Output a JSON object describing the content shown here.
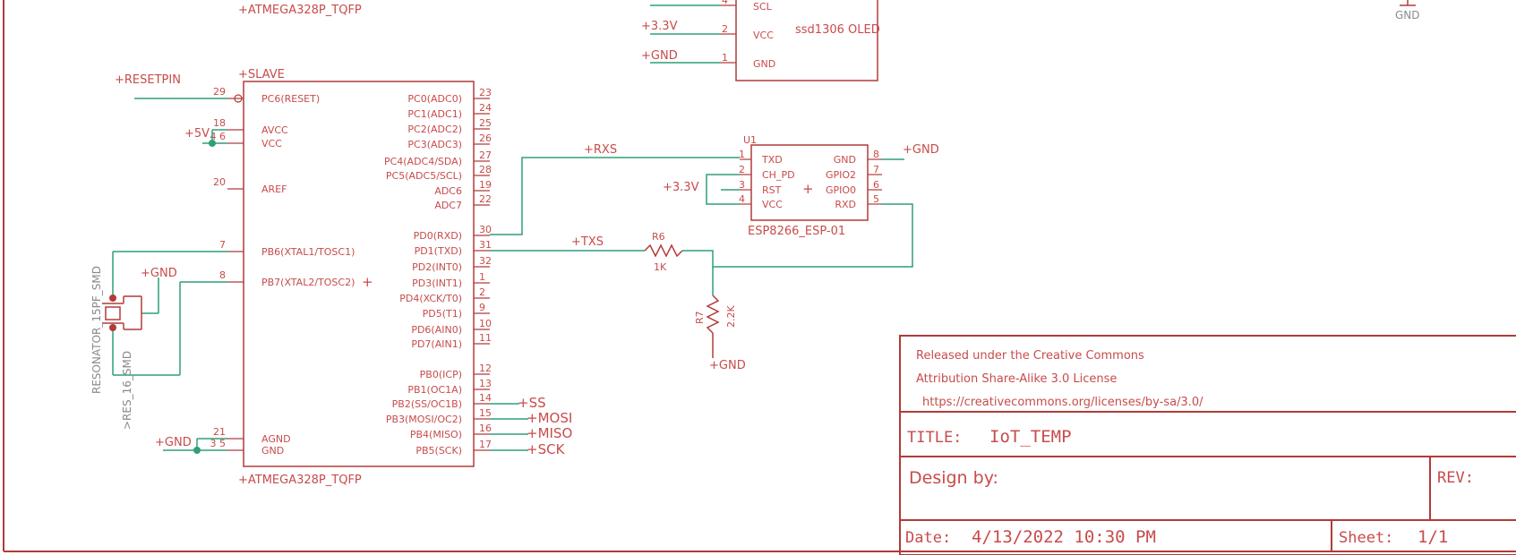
{
  "atmega": {
    "top_name": "+ATMEGA328P_TQFP",
    "bottom_name": "+ATMEGA328P_TQFP",
    "slave_label": "+SLAVE",
    "left_pins": [
      {
        "label": "PC6(RESET)",
        "num": "29"
      },
      {
        "label": "AVCC",
        "num": "18"
      },
      {
        "label": "VCC",
        "num": "4 6"
      },
      {
        "label": "AREF",
        "num": "20"
      },
      {
        "label": "PB6(XTAL1/TOSC1)",
        "num": "7"
      },
      {
        "label": "PB7(XTAL2/TOSC2)",
        "num": "8"
      },
      {
        "label": "AGND",
        "num": "21"
      },
      {
        "label": "GND",
        "num": "3 5"
      }
    ],
    "right_pins": [
      {
        "label": "PC0(ADC0)",
        "num": "23"
      },
      {
        "label": "PC1(ADC1)",
        "num": "24"
      },
      {
        "label": "PC2(ADC2)",
        "num": "25"
      },
      {
        "label": "PC3(ADC3)",
        "num": "26"
      },
      {
        "label": "PC4(ADC4/SDA)",
        "num": "27"
      },
      {
        "label": "PC5(ADC5/SCL)",
        "num": "28"
      },
      {
        "label": "ADC6",
        "num": "19"
      },
      {
        "label": "ADC7",
        "num": "22"
      },
      {
        "label": "PD0(RXD)",
        "num": "30"
      },
      {
        "label": "PD1(TXD)",
        "num": "31"
      },
      {
        "label": "PD2(INT0)",
        "num": "32"
      },
      {
        "label": "PD3(INT1)",
        "num": "1"
      },
      {
        "label": "PD4(XCK/T0)",
        "num": "2"
      },
      {
        "label": "PD5(T1)",
        "num": "9"
      },
      {
        "label": "PD6(AIN0)",
        "num": "10"
      },
      {
        "label": "PD7(AIN1)",
        "num": "11"
      },
      {
        "label": "PB0(ICP)",
        "num": "12"
      },
      {
        "label": "PB1(OC1A)",
        "num": "13"
      },
      {
        "label": "PB2(SS/OC1B)",
        "num": "14"
      },
      {
        "label": "PB3(MOSI/OC2)",
        "num": "15"
      },
      {
        "label": "PB4(MISO)",
        "num": "16"
      },
      {
        "label": "PB5(SCK)",
        "num": "17"
      }
    ]
  },
  "nets": {
    "resetpin": "+RESETPIN",
    "v5": "+5V",
    "gnd_crystal": "+GND",
    "gnd_bottom": "+GND",
    "rxs": "+RXS",
    "txs": "+TXS",
    "ss": "+SS",
    "mosi": "+MOSI",
    "miso": "+MISO",
    "sck": "+SCK",
    "oled_3v3": "+3.3V",
    "oled_gnd": "+GND",
    "esp_3v3": "+3.3V",
    "esp_gnd": "+GND",
    "r7_gnd": "+GND",
    "corner_gnd": "GND"
  },
  "resonator": {
    "name": "RESONATOR_15PF_SMD",
    "value": ">RES_16_SMD"
  },
  "oled": {
    "name": "ssd1306 OLED",
    "pins": [
      {
        "label": "SCL",
        "num": "4"
      },
      {
        "label": "VCC",
        "num": "2"
      },
      {
        "label": "GND",
        "num": "1"
      }
    ]
  },
  "esp": {
    "ref": "U1",
    "name": "ESP8266_ESP-01",
    "left_pins": [
      {
        "label": "TXD",
        "num": "1"
      },
      {
        "label": "CH_PD",
        "num": "2"
      },
      {
        "label": "RST",
        "num": "3"
      },
      {
        "label": "VCC",
        "num": "4"
      }
    ],
    "right_pins": [
      {
        "label": "GND",
        "num": "8"
      },
      {
        "label": "GPIO2",
        "num": "7"
      },
      {
        "label": "GPIO0",
        "num": "6"
      },
      {
        "label": "RXD",
        "num": "5"
      }
    ]
  },
  "r6": {
    "ref": "R6",
    "value": "1K"
  },
  "r7": {
    "ref": "R7",
    "value": "2.2K"
  },
  "titleblock": {
    "license1": "Released under the Creative Commons",
    "license2": "Attribution Share-Alike 3.0 License",
    "license3": "https://creativecommons.org/licenses/by-sa/3.0/",
    "title_label": "TITLE:",
    "title_value": "IoT_TEMP",
    "design_label": "Design by:",
    "rev_label": "REV:",
    "date_label": "Date:",
    "date_value": "4/13/2022 10:30 PM",
    "sheet_label": "Sheet:",
    "sheet_value": "1/1"
  }
}
